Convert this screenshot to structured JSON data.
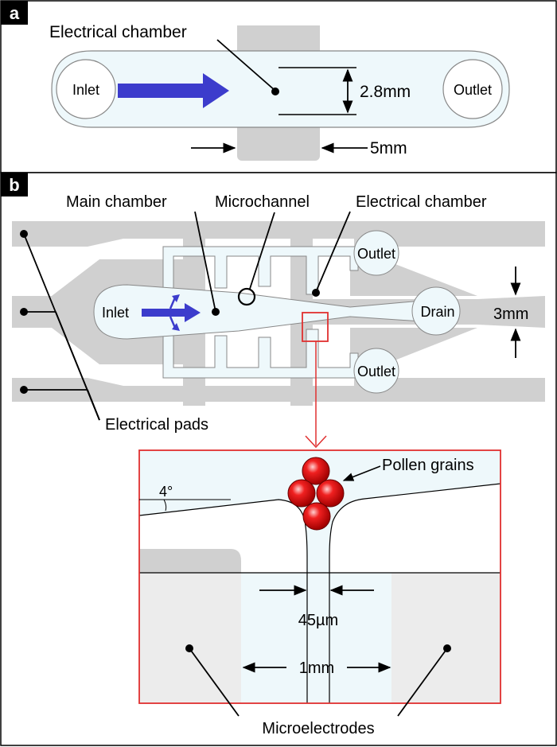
{
  "panel_a": {
    "letter": "a",
    "electrical_chamber": "Electrical chamber",
    "inlet": "Inlet",
    "outlet": "Outlet",
    "width_dim": "2.8mm",
    "length_dim": "5mm"
  },
  "panel_b": {
    "letter": "b",
    "main_chamber": "Main chamber",
    "microchannel": "Microchannel",
    "electrical_chamber": "Electrical chamber",
    "inlet": "Inlet",
    "outlet_top": "Outlet",
    "outlet_bottom": "Outlet",
    "drain": "Drain",
    "height_dim": "3mm",
    "electrical_pads": "Electrical pads"
  },
  "zoom": {
    "pollen_grains": "Pollen grains",
    "angle": "4°",
    "gap_dim": "45µm",
    "electrode_dim": "1mm",
    "microelectrodes": "Microelectrodes"
  },
  "colors": {
    "arrow": "#3c3ccc",
    "chip": "#eef8fb",
    "electrode": "#d0d0d0",
    "zoom_box": "#e03030",
    "pollen": "#e01818"
  }
}
